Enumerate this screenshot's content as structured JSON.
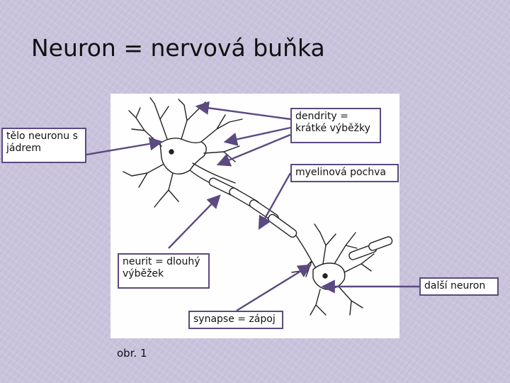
{
  "title": "Neuron = nervová buňka",
  "labels": {
    "cell_body": "tělo neuronu s jádrem",
    "dendrites": "dendrity = krátké výběžky",
    "myelin": "myelinová pochva",
    "neurite": "neurit = dlouhý výběžek",
    "next_neuron": "další neuron",
    "synapse": "synapse = zápoj"
  },
  "caption": "obr. 1",
  "colors": {
    "arrow": "#5b4a80",
    "background": "#c9c3dc"
  }
}
